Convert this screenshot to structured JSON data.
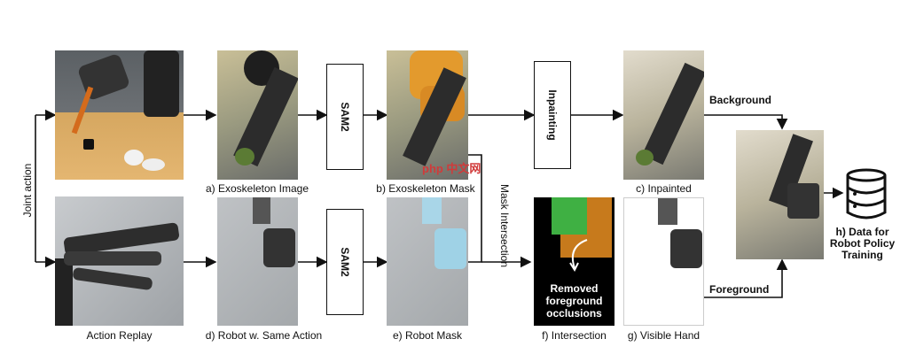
{
  "left_label": "Joint action",
  "captions": {
    "action_replay": "Action Replay",
    "exo_image": "a) Exoskeleton Image",
    "exo_mask": "b) Exoskeleton Mask",
    "inpainted": "c) Inpainted",
    "robot_same_action": "d) Robot w. Same Action",
    "robot_mask": "e) Robot Mask",
    "intersection": "f) Intersection",
    "visible_hand": "g) Visible Hand"
  },
  "boxes": {
    "sam2_top": "SAM2",
    "sam2_bottom": "SAM2",
    "inpainting": "Inpainting"
  },
  "mask_intersection_label": "Mask Intersection",
  "labels": {
    "background": "Background",
    "foreground": "Foreground",
    "occlusion_text": "Removed foreground occlusions",
    "watermark": "php 中文网"
  },
  "output": {
    "title": "h) Data for Robot Policy Training",
    "icon": "database-icon"
  }
}
